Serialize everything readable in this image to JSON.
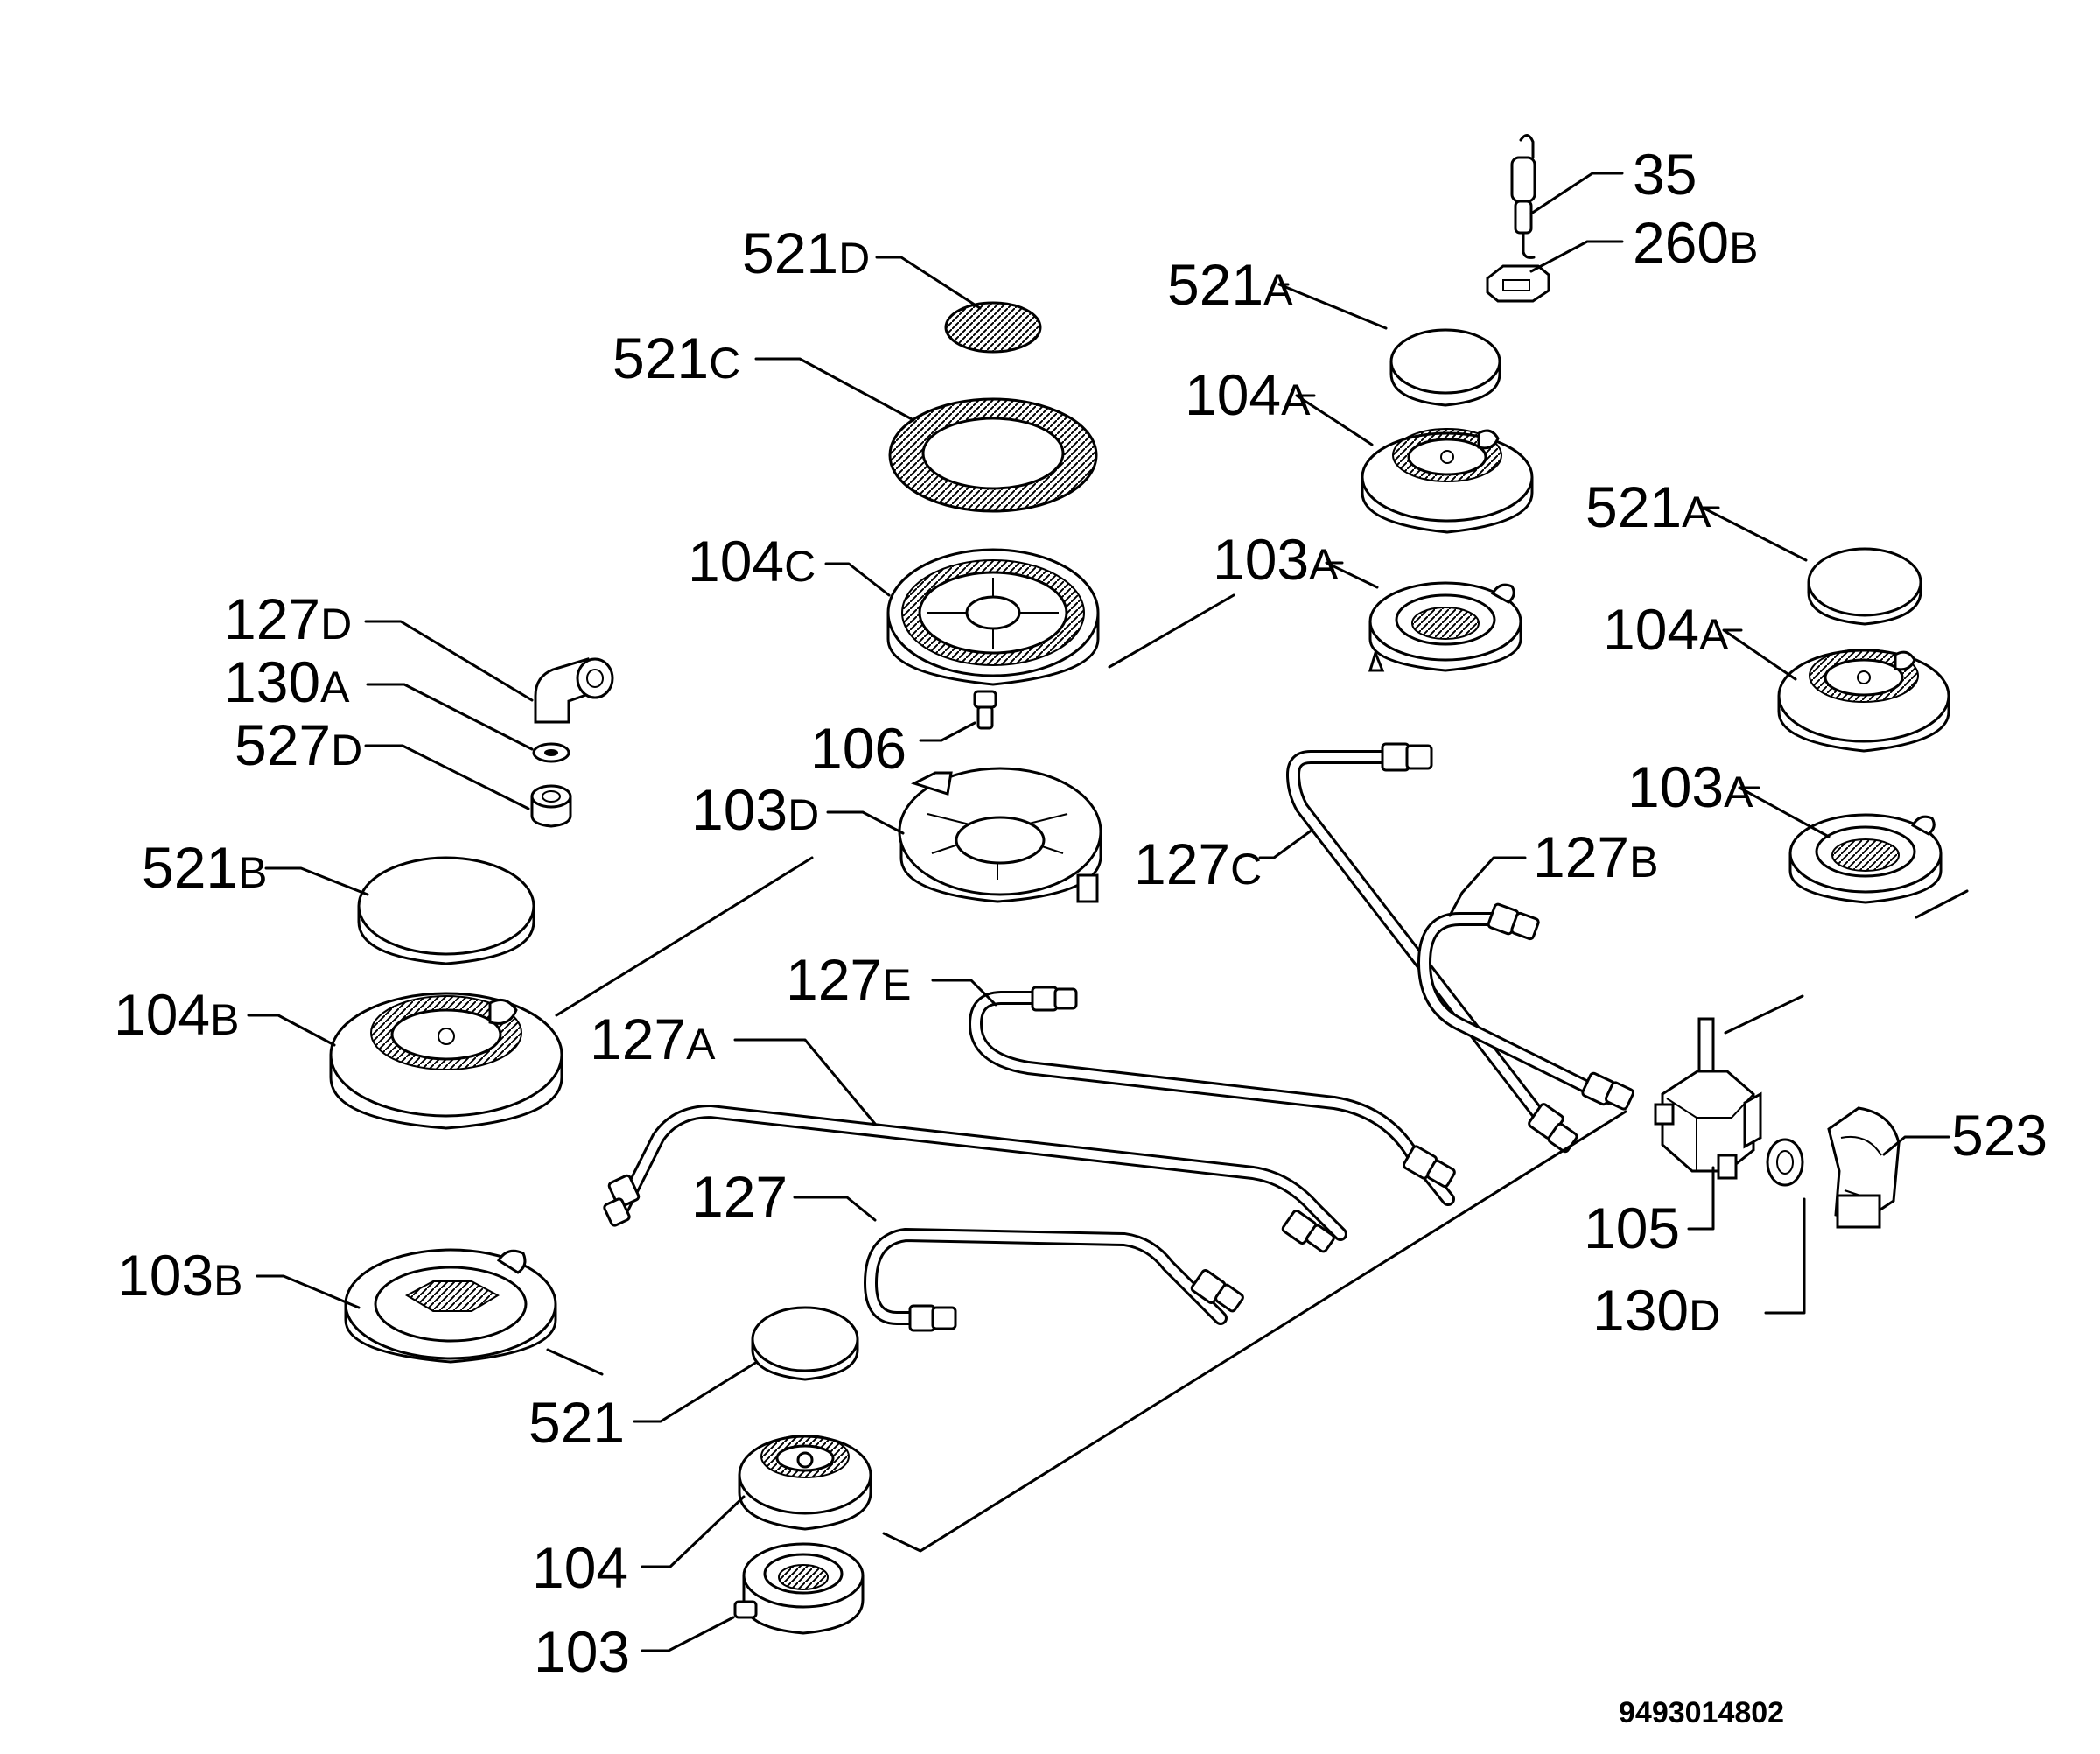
{
  "labels": [
    {
      "id": "l_35",
      "num": "35",
      "suffix": ""
    },
    {
      "id": "l_260b",
      "num": "260",
      "suffix": "B"
    },
    {
      "id": "l_521d",
      "num": "521",
      "suffix": "D"
    },
    {
      "id": "l_521c",
      "num": "521",
      "suffix": "C"
    },
    {
      "id": "l_521a_1",
      "num": "521",
      "suffix": "A"
    },
    {
      "id": "l_104a_1",
      "num": "104",
      "suffix": "A"
    },
    {
      "id": "l_104c",
      "num": "104",
      "suffix": "C"
    },
    {
      "id": "l_103a_1",
      "num": "103",
      "suffix": "A"
    },
    {
      "id": "l_521a_2",
      "num": "521",
      "suffix": "A"
    },
    {
      "id": "l_104a_2",
      "num": "104",
      "suffix": "A"
    },
    {
      "id": "l_127d",
      "num": "127",
      "suffix": "D"
    },
    {
      "id": "l_130a",
      "num": "130",
      "suffix": "A"
    },
    {
      "id": "l_527d",
      "num": "527",
      "suffix": "D"
    },
    {
      "id": "l_106",
      "num": "106",
      "suffix": ""
    },
    {
      "id": "l_103d",
      "num": "103",
      "suffix": "D"
    },
    {
      "id": "l_103a_2",
      "num": "103",
      "suffix": "A"
    },
    {
      "id": "l_127c",
      "num": "127",
      "suffix": "C"
    },
    {
      "id": "l_127b",
      "num": "127",
      "suffix": "B"
    },
    {
      "id": "l_521b",
      "num": "521",
      "suffix": "B"
    },
    {
      "id": "l_104b",
      "num": "104",
      "suffix": "B"
    },
    {
      "id": "l_127e",
      "num": "127",
      "suffix": "E"
    },
    {
      "id": "l_127a",
      "num": "127",
      "suffix": "A"
    },
    {
      "id": "l_523",
      "num": "523",
      "suffix": ""
    },
    {
      "id": "l_127",
      "num": "127",
      "suffix": ""
    },
    {
      "id": "l_105",
      "num": "105",
      "suffix": ""
    },
    {
      "id": "l_103b",
      "num": "103",
      "suffix": "B"
    },
    {
      "id": "l_130d",
      "num": "130",
      "suffix": "D"
    },
    {
      "id": "l_521",
      "num": "521",
      "suffix": ""
    },
    {
      "id": "l_104",
      "num": "104",
      "suffix": ""
    },
    {
      "id": "l_103",
      "num": "103",
      "suffix": ""
    }
  ],
  "drawing_code": "9493014802",
  "colors": {
    "ink": "#000000",
    "paper": "#ffffff",
    "hatch": "#000000"
  }
}
